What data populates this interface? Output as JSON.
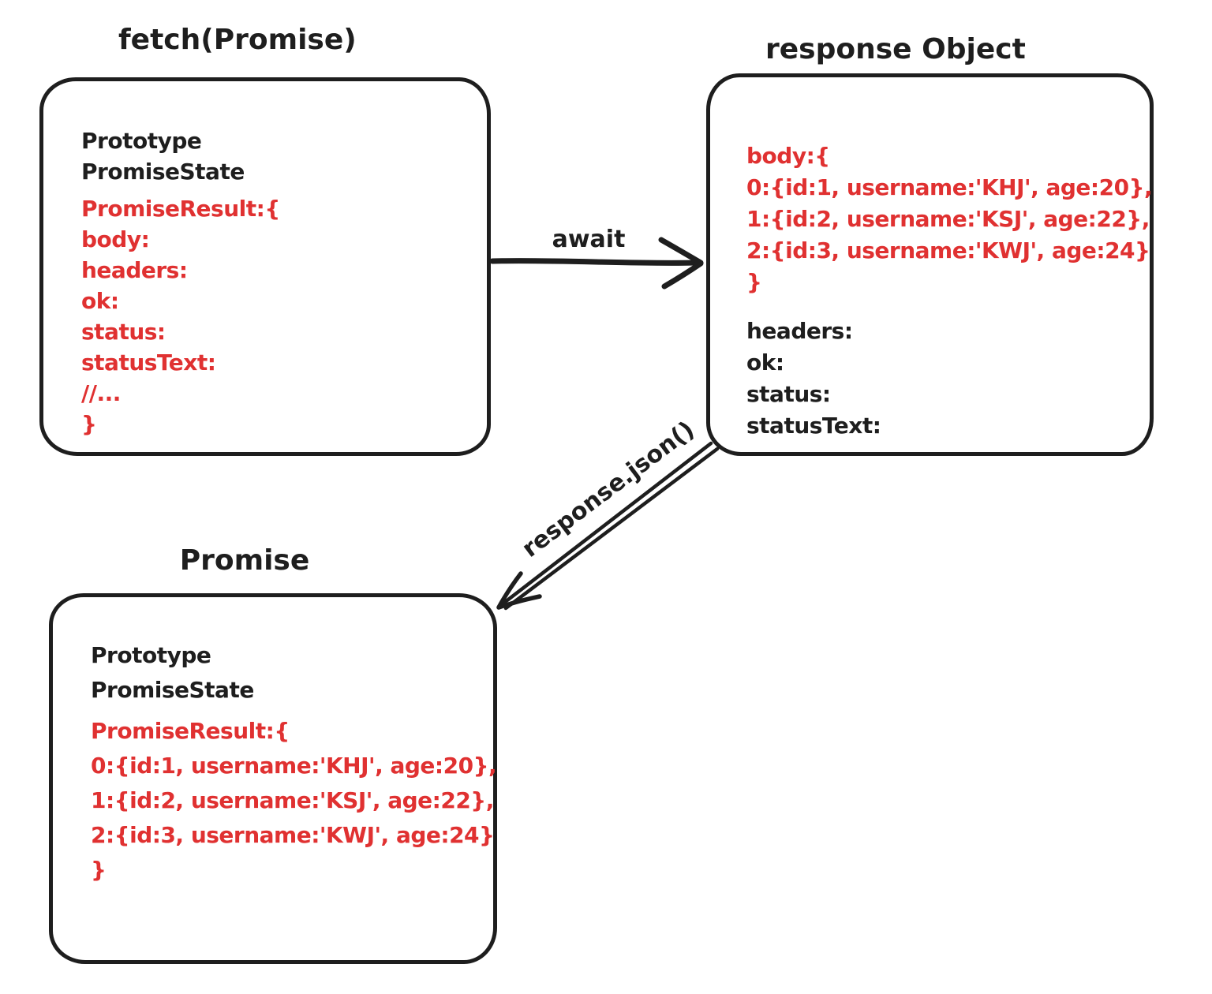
{
  "colors": {
    "ink": "#1e1e1e",
    "red": "#e03131",
    "paper": "#ffffff"
  },
  "boxes": {
    "fetch_promise": {
      "title": "fetch(Promise)",
      "black_lines": [
        "Prototype",
        "PromiseState"
      ],
      "red_lines": [
        "PromiseResult:{",
        "body:",
        "headers:",
        "ok:",
        "status:",
        "statusText:",
        "//...",
        "}"
      ]
    },
    "response_object": {
      "title": "response Object",
      "red_lines": [
        "body:{",
        "0:{id:1, username:'KHJ', age:20},",
        "1:{id:2, username:'KSJ', age:22},",
        "2:{id:3, username:'KWJ', age:24}",
        "}"
      ],
      "black_lines": [
        "headers:",
        "ok:",
        "status:",
        "statusText:"
      ]
    },
    "promise": {
      "title": "Promise",
      "black_lines": [
        "Prototype",
        "PromiseState"
      ],
      "red_lines": [
        "PromiseResult:{",
        "0:{id:1, username:'KHJ', age:20},",
        "1:{id:2, username:'KSJ', age:22},",
        "2:{id:3, username:'KWJ', age:24}",
        "}"
      ]
    }
  },
  "arrows": {
    "await": {
      "label": "await",
      "from": "fetch(Promise)",
      "to": "response Object"
    },
    "response_json": {
      "label": "response.json()",
      "from": "response Object",
      "to": "Promise"
    }
  }
}
